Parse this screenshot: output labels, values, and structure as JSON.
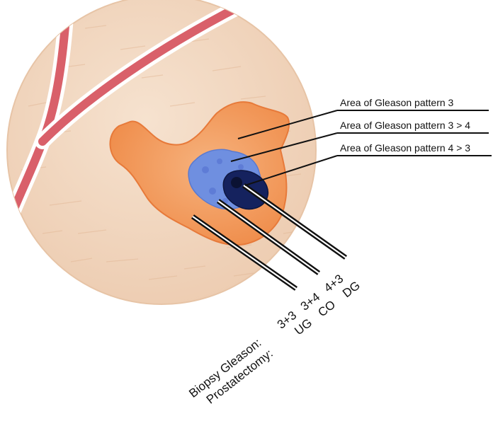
{
  "legend": {
    "pattern_3": "Area of Gleason pattern 3",
    "pattern_3_gt_4": "Area of Gleason pattern 3 > 4",
    "pattern_4_gt_3": "Area of Gleason pattern 4 > 3"
  },
  "biopsy_row": {
    "label": "Biopsy Gleason:",
    "values": [
      "3+3",
      "3+4",
      "4+3"
    ]
  },
  "prostatectomy_row": {
    "label": "Prostatectomy:",
    "values": [
      "UG",
      "CO",
      "DG"
    ]
  },
  "colors": {
    "gland": "#f1d6bd",
    "vessel": "#d9606a",
    "tumor_pattern_3": "#f29a5a",
    "tumor_pattern_3_gt_4": "#6f8fe0",
    "tumor_pattern_4_gt_3": "#15225e",
    "needle": "#111111"
  }
}
